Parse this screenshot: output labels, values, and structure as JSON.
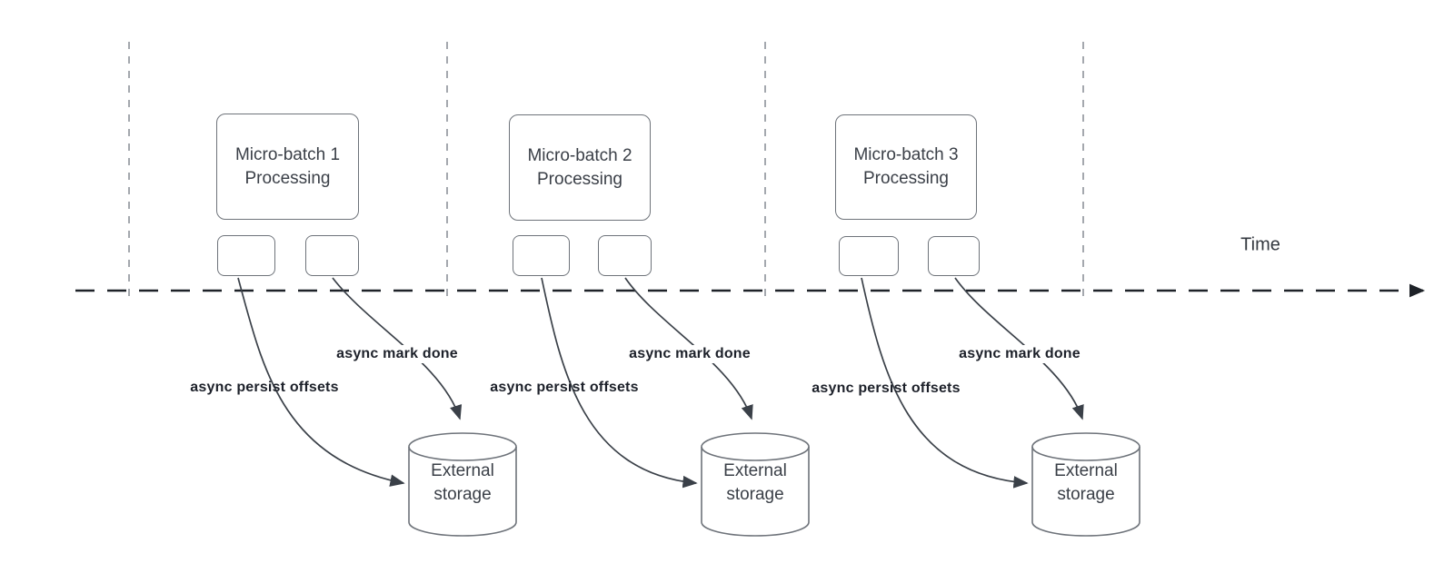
{
  "diagram": {
    "time_label": "Time",
    "batches": [
      {
        "title": "Micro-batch 1 Processing",
        "persist_arrow_label": "async persist offsets",
        "done_arrow_label": "async mark done",
        "storage_title": "External storage"
      },
      {
        "title": "Micro-batch 2 Processing",
        "persist_arrow_label": "async persist offsets",
        "done_arrow_label": "async mark done",
        "storage_title": "External storage"
      },
      {
        "title": "Micro-batch 3 Processing",
        "persist_arrow_label": "async persist offsets",
        "done_arrow_label": "async mark done",
        "storage_title": "External storage"
      }
    ],
    "colors": {
      "background": "#ffffff",
      "shape_border": "#6e737a",
      "shape_fill": "#ffffff",
      "shape_text": "#3a3f47",
      "arrow_stroke": "#3a4048",
      "bold_label_text": "#1d212a",
      "timeline_stroke": "#1e2228",
      "guide_line": "#a4a8ae"
    }
  }
}
